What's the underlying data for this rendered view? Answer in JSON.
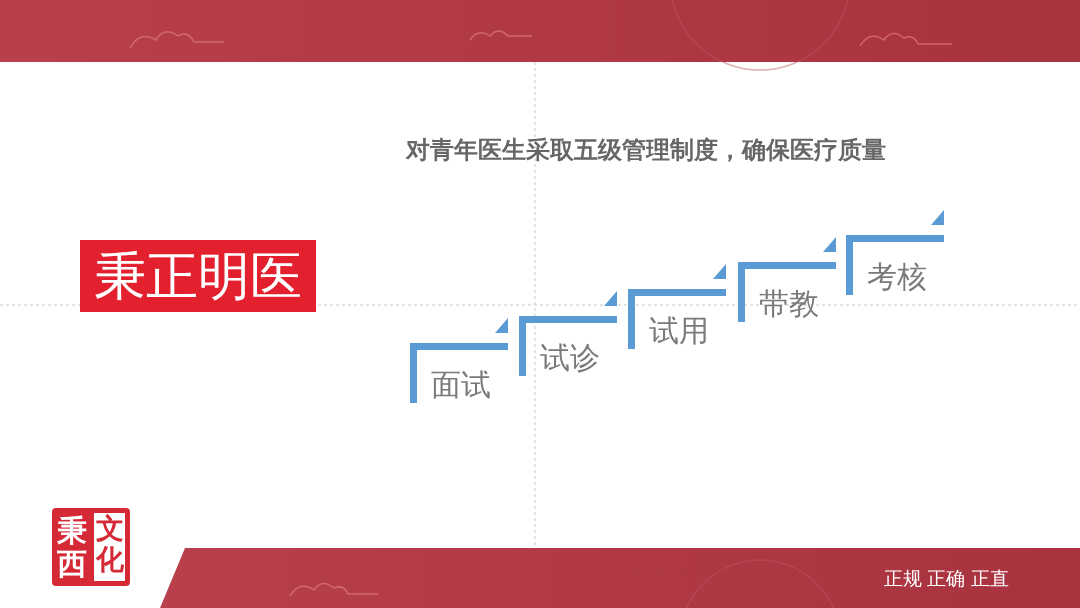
{
  "diagram": {
    "title": "对青年医生采取五级管理制度，确保医疗质量",
    "nodes": [
      {
        "text": [
          "秉正明医"
        ]
      },
      {
        "text": [
          "面试"
        ]
      },
      {
        "text": [
          "试诊"
        ]
      },
      {
        "text": [
          "试用"
        ]
      },
      {
        "text": [
          "带教"
        ]
      },
      {
        "text": [
          "考核"
        ]
      }
    ],
    "labels": [
      "秉西",
      "文化",
      "正规 正确 正直"
    ]
  }
}
